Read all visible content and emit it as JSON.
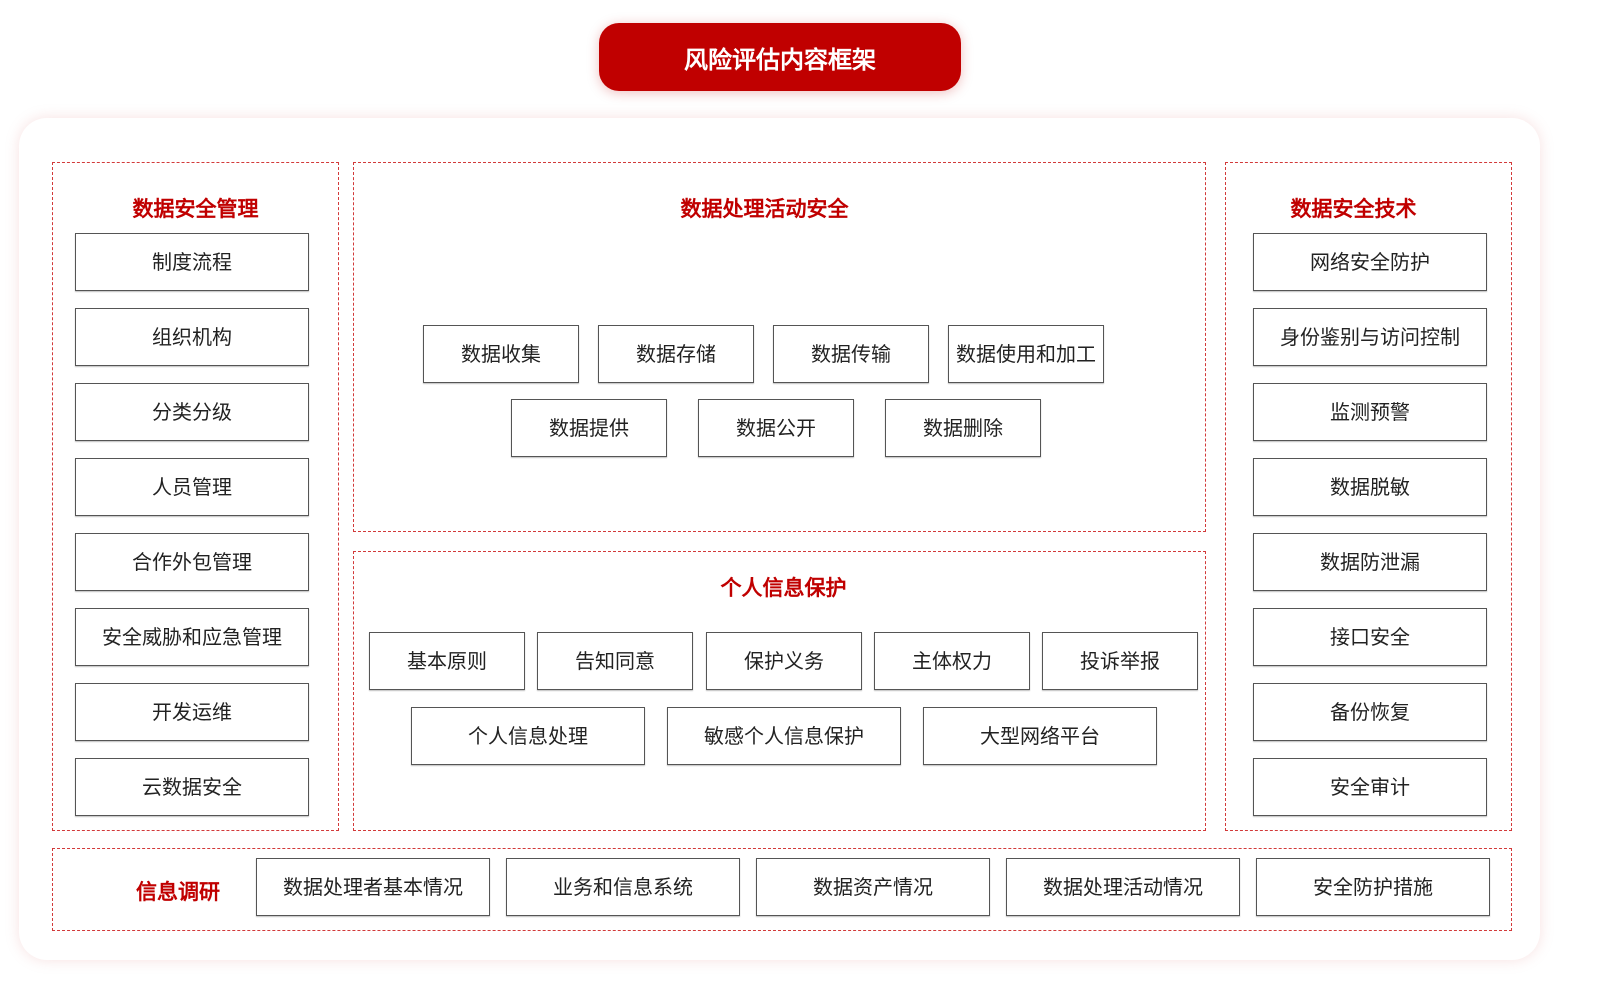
{
  "title": "风险评估内容框架",
  "management": {
    "heading": "数据安全管理",
    "items": [
      "制度流程",
      "组织机构",
      "分类分级",
      "人员管理",
      "合作外包管理",
      "安全威胁和应急管理",
      "开发运维",
      "云数据安全"
    ]
  },
  "processing": {
    "heading": "数据处理活动安全",
    "items": [
      "数据收集",
      "数据存储",
      "数据传输",
      "数据使用和加工",
      "数据提供",
      "数据公开",
      "数据删除"
    ]
  },
  "personal": {
    "heading": "个人信息保护",
    "items": [
      "基本原则",
      "告知同意",
      "保护义务",
      "主体权力",
      "投诉举报",
      "个人信息处理",
      "敏感个人信息保护",
      "大型网络平台"
    ]
  },
  "technology": {
    "heading": "数据安全技术",
    "items": [
      "网络安全防护",
      "身份鉴别与访问控制",
      "监测预警",
      "数据脱敏",
      "数据防泄漏",
      "接口安全",
      "备份恢复",
      "安全审计"
    ]
  },
  "survey": {
    "heading": "信息调研",
    "items": [
      "数据处理者基本情况",
      "业务和信息系统",
      "数据资产情况",
      "数据处理活动情况",
      "安全防护措施"
    ]
  }
}
